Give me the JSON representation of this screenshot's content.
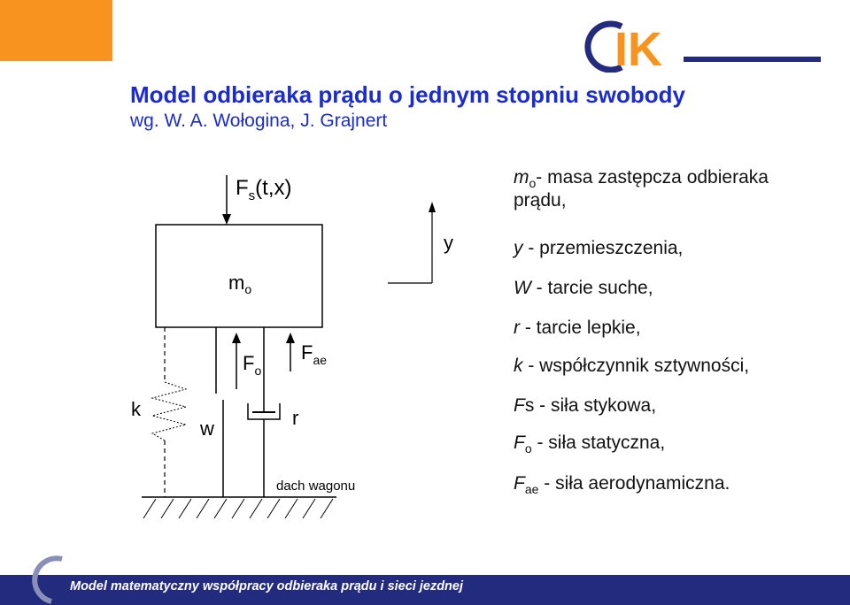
{
  "header": {
    "title": "Model odbieraka prądu o jednym stopniu swobody",
    "subtitle": "wg. W. A. Wołogina, J. Grajnert",
    "logo_text": "IK",
    "accent_color": "#f7931e",
    "title_color": "#1a2ccf"
  },
  "diagram": {
    "force_s_main": "F",
    "force_s_sub": "s",
    "force_s_args": "(t,x)",
    "mass_main": "m",
    "mass_sub": "o",
    "y_label": "y",
    "f_o_main": "F",
    "f_o_sub": "o",
    "f_ae_main": "F",
    "f_ae_sub": "ae",
    "k_label": "k",
    "w_label": "w",
    "r_label": "r",
    "ground_label": "dach wagonu"
  },
  "legend": {
    "m_sym": "m",
    "m_sub": "o",
    "m_desc": "- masa zastępcza odbieraka",
    "m_desc2": "prądu,",
    "y_sym": "y",
    "y_desc": " - przemieszczenia,",
    "w_sym": "W",
    "w_desc": " - tarcie suche,",
    "r_sym": "r",
    "r_desc": " - tarcie lepkie,",
    "k_sym": "k",
    "k_desc": " - współczynnik sztywności,",
    "fs_sym": "F",
    "fs_rest": "s  - siła stykowa,",
    "fo_sym": "F",
    "fo_sub": "o",
    "fo_desc": " - siła statyczna,",
    "fae_sym": "F",
    "fae_sub": "ae",
    "fae_desc": " - siła aerodynamiczna."
  },
  "footer": {
    "text": "Model matematyczny współpracy odbieraka prądu i sieci jezdnej",
    "background_color": "#232b7e"
  }
}
